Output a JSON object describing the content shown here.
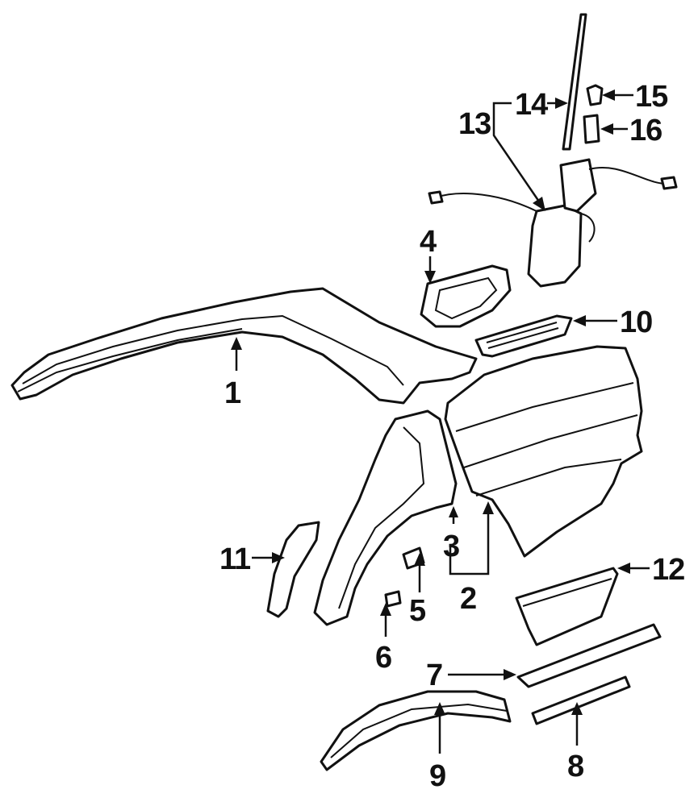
{
  "diagram": {
    "callouts": [
      {
        "id": "1",
        "label": "1"
      },
      {
        "id": "2",
        "label": "2"
      },
      {
        "id": "3",
        "label": "3"
      },
      {
        "id": "4",
        "label": "4"
      },
      {
        "id": "5",
        "label": "5"
      },
      {
        "id": "6",
        "label": "6"
      },
      {
        "id": "7",
        "label": "7"
      },
      {
        "id": "8",
        "label": "8"
      },
      {
        "id": "9",
        "label": "9"
      },
      {
        "id": "10",
        "label": "10"
      },
      {
        "id": "11",
        "label": "11"
      },
      {
        "id": "12",
        "label": "12"
      },
      {
        "id": "13",
        "label": "13"
      },
      {
        "id": "14",
        "label": "14"
      },
      {
        "id": "15",
        "label": "15"
      },
      {
        "id": "16",
        "label": "16"
      }
    ],
    "line_color": "#111111",
    "background": "#ffffff"
  }
}
